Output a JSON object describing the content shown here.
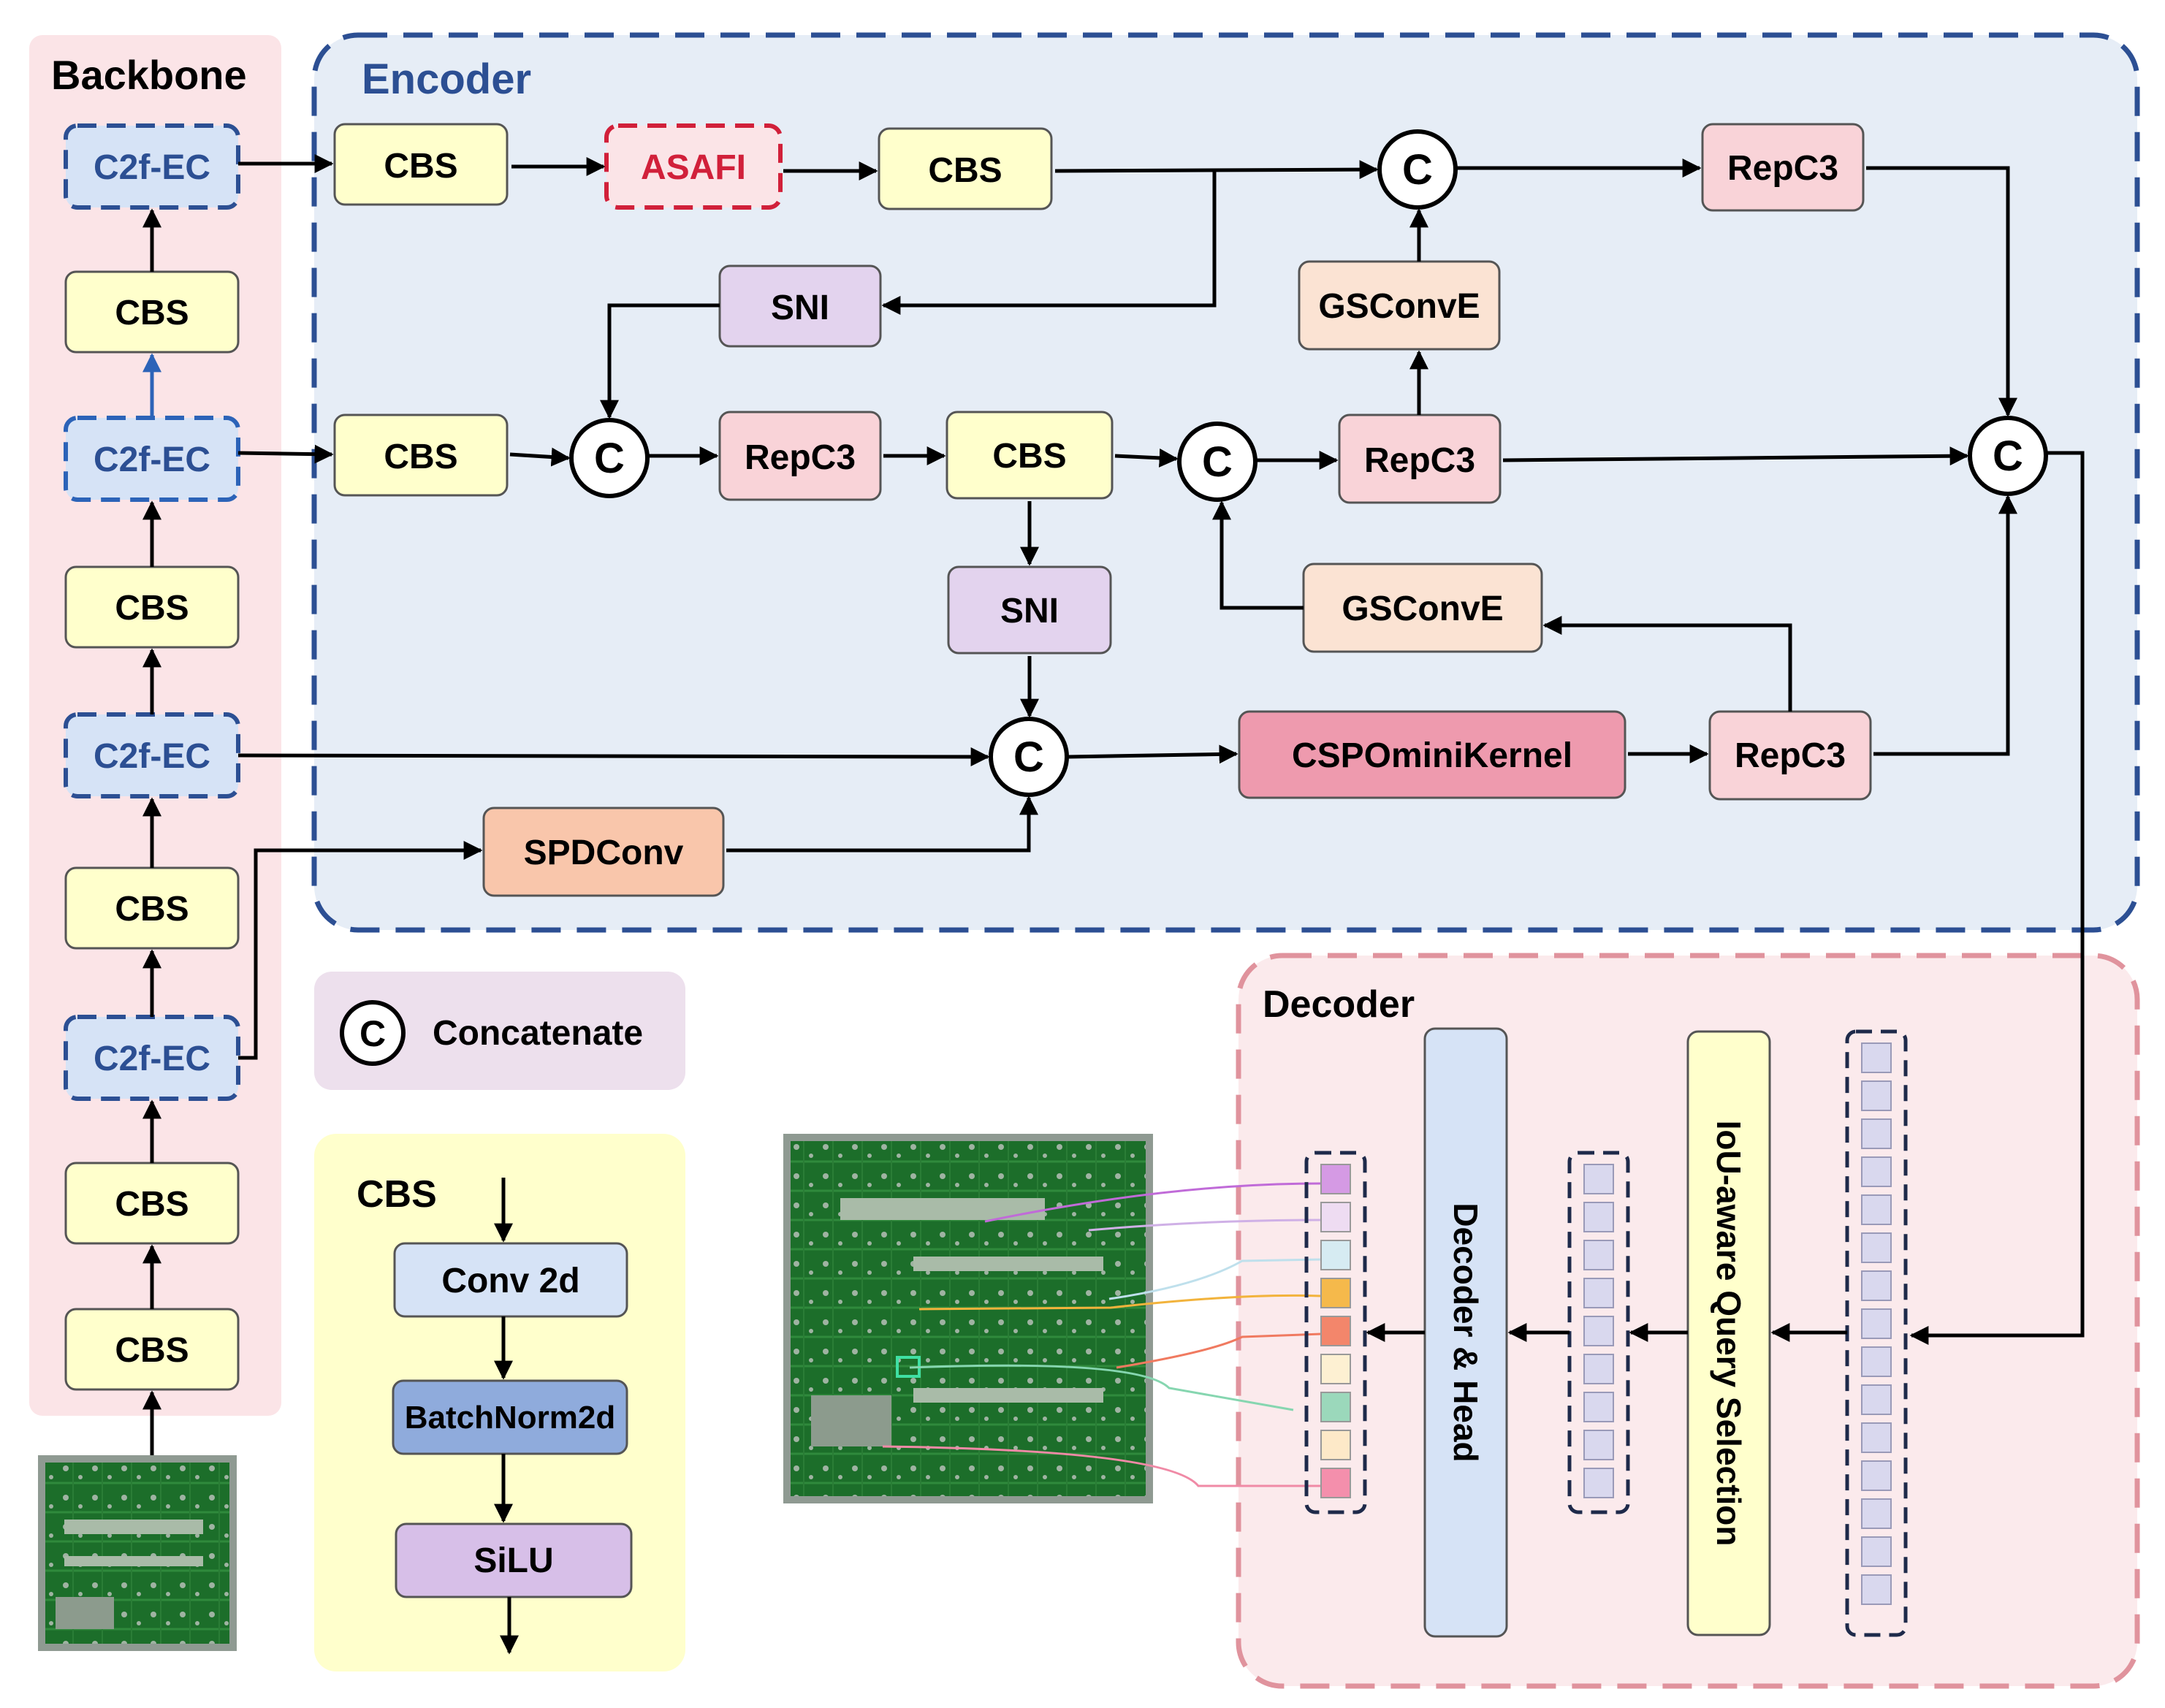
{
  "regions": {
    "backbone": "Backbone",
    "encoder": "Encoder",
    "decoder": "Decoder"
  },
  "backbone": {
    "b1": "C2f-EC",
    "b2": "CBS",
    "b3": "C2f-EC",
    "b4": "CBS",
    "b5": "C2f-EC",
    "b6": "CBS",
    "b7": "C2f-EC",
    "b8": "CBS",
    "b9": "CBS"
  },
  "encoder": {
    "cbs_top": "CBS",
    "asafi": "ASAFI",
    "cbs_top2": "CBS",
    "concat_top": "C",
    "repc3_top": "RepC3",
    "sni_top": "SNI",
    "gsconve_top": "GSConvE",
    "cbs_mid": "CBS",
    "concat_mid1": "C",
    "repc3_mid1": "RepC3",
    "cbs_mid2": "CBS",
    "concat_mid2": "C",
    "repc3_mid2": "RepC3",
    "concat_right": "C",
    "sni_mid": "SNI",
    "gsconve_mid": "GSConvE",
    "concat_bot": "C",
    "csp": "CSPOminiKernel",
    "repc3_bot": "RepC3",
    "spdconv": "SPDConv"
  },
  "legend": {
    "symbol": "C",
    "label": "Concatenate"
  },
  "cbs_block": {
    "title": "CBS",
    "conv": "Conv 2d",
    "bn": "BatchNorm2d",
    "act": "SiLU"
  },
  "decoder": {
    "head": "Decoder & Head",
    "selection": "IoU-aware Query Selection"
  },
  "colors": {
    "yellow_box": "#ffffcc",
    "pink_box": "#f9d3d8",
    "purple_box": "#e3d3ee",
    "peach_box": "#fbe3d3",
    "orange_box": "#f9c6ab",
    "csp_box": "#ee9aae",
    "blue_box": "#d6e3f6",
    "navy": "#2c4f93",
    "red": "#d1203a",
    "pcb": "#1c6e2a"
  }
}
